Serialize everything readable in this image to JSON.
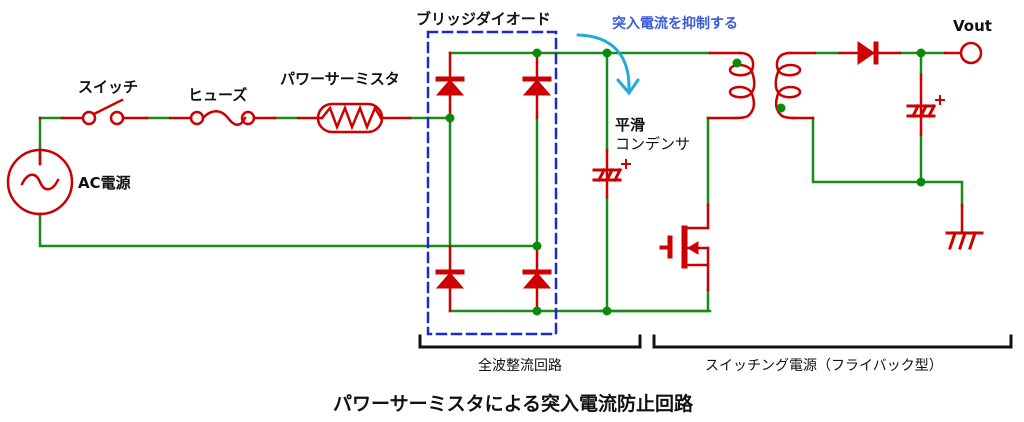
{
  "title": "パワーサーミスタによる突入電流防止回路",
  "labels": {
    "switch": "スイッチ",
    "fuse": "ヒューズ",
    "thermistor": "パワーサーミスタ",
    "ac_source": "AC電源",
    "bridge_diode": "ブリッジダイオード",
    "inrush_note": "突入電流を抑制する",
    "smoothing_cap_line1": "平滑",
    "smoothing_cap_line2": "コンデンサ",
    "vout": "Vout"
  },
  "sections": {
    "rectifier": "全波整流回路",
    "switching_supply": "スイッチング電源（フライバック型）"
  },
  "colors": {
    "component": "#cc0000",
    "wire": "#1a8a1a",
    "node": "#0a8a0a",
    "bridge_box": "#1a2ad0",
    "arrow": "#22aadd",
    "note_text": "#3a5bd9",
    "bracket": "#111111"
  },
  "components": [
    {
      "name": "AC電源",
      "type": "ac-source"
    },
    {
      "name": "スイッチ",
      "type": "switch"
    },
    {
      "name": "ヒューズ",
      "type": "fuse"
    },
    {
      "name": "パワーサーミスタ",
      "type": "thermistor"
    },
    {
      "name": "ブリッジダイオード",
      "type": "diode-bridge",
      "count": 4
    },
    {
      "name": "平滑コンデンサ",
      "type": "electrolytic-capacitor"
    },
    {
      "name": "トランス",
      "type": "flyback-transformer"
    },
    {
      "name": "MOSFET",
      "type": "n-mosfet"
    },
    {
      "name": "出力ダイオード",
      "type": "diode"
    },
    {
      "name": "出力コンデンサ",
      "type": "electrolytic-capacitor"
    },
    {
      "name": "GND",
      "type": "ground"
    }
  ]
}
